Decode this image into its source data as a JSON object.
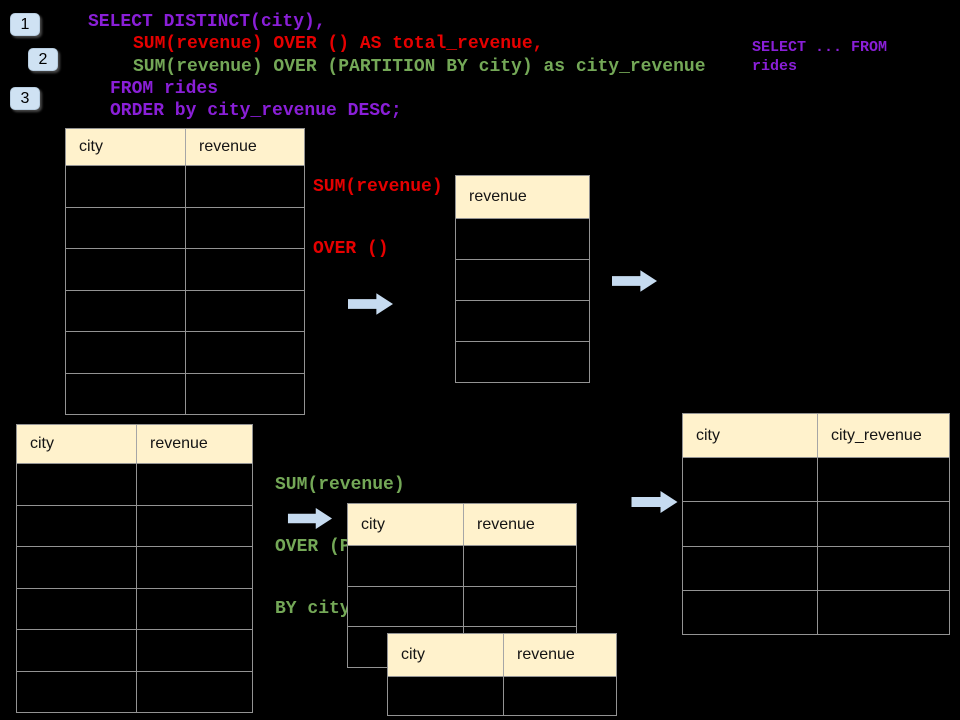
{
  "colors": {
    "background": "#000000",
    "table_header_fill": "#fff2cc",
    "table_border": "#939393",
    "arrow_fill": "#c6dbf0",
    "badge_fill": "#cfe2f3",
    "sql_purple": "#8a1fd8",
    "sql_red": "#e60000",
    "sql_green": "#74a857"
  },
  "badges": [
    {
      "label": "1"
    },
    {
      "label": "2"
    },
    {
      "label": "3"
    }
  ],
  "sql": {
    "line1": "SELECT DISTINCT(city),",
    "line2": "SUM(revenue) OVER () AS total_revenue,",
    "line3": "SUM(revenue) OVER (PARTITION BY city) as city_revenue",
    "line4": "FROM rides",
    "line5": "ORDER by city_revenue DESC;"
  },
  "side_note": {
    "line1": "SELECT ... FROM",
    "line2": "rides"
  },
  "label_total": {
    "line1": "SUM(revenue)",
    "line2": "OVER ()"
  },
  "label_partition": {
    "line1": "SUM(revenue)",
    "line2": "OVER (PARTITION",
    "line3": "BY city)"
  },
  "tables": {
    "source_top": {
      "headers": [
        "city",
        "revenue"
      ],
      "empty_rows": 6
    },
    "total_result": {
      "headers": [
        "revenue"
      ],
      "empty_rows": 4
    },
    "source_bottom": {
      "headers": [
        "city",
        "revenue"
      ],
      "empty_rows": 6
    },
    "partition_step": {
      "headers": [
        "city",
        "revenue"
      ],
      "empty_rows": 3
    },
    "partition_overlay": {
      "headers": [
        "city",
        "revenue"
      ],
      "empty_rows": 1
    },
    "final_result": {
      "headers": [
        "city",
        "city_revenue"
      ],
      "empty_rows": 4
    }
  }
}
